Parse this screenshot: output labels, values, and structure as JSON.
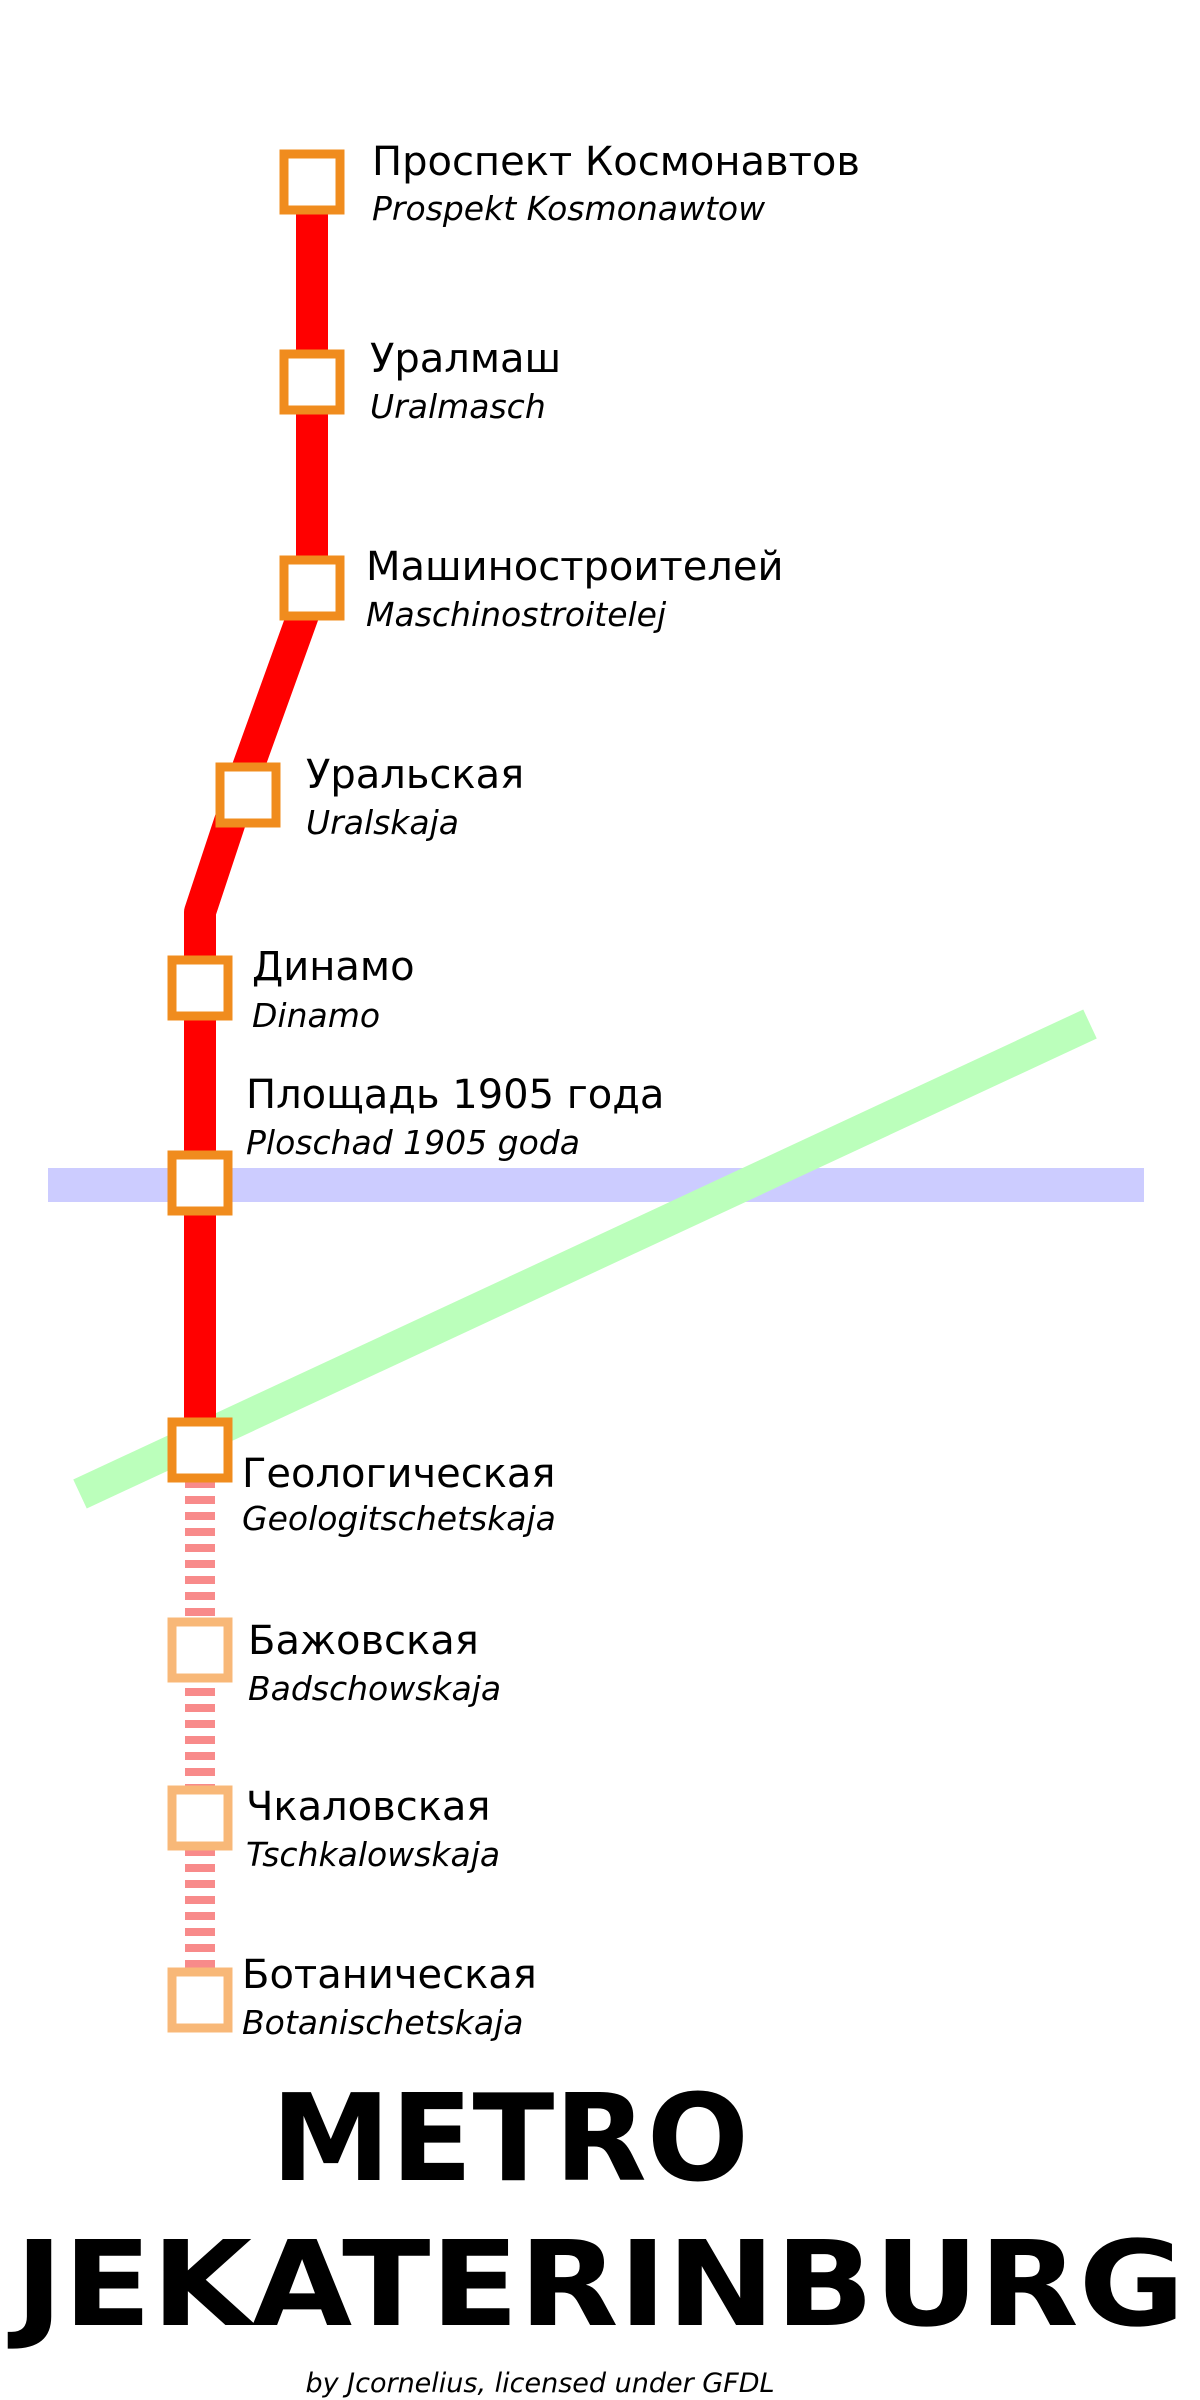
{
  "colors": {
    "line_open": "#ff0000",
    "line_planned": "#f88a8a",
    "station_open": "#f08c1e",
    "station_planned": "#f8b878",
    "line_blue": "#ccccff",
    "line_green": "#bbffbb"
  },
  "stations": [
    {
      "id": "prospekt-kosmonavtov",
      "ru": "Проспект Космонавтов",
      "lat": "Prospekt Kosmonawtow",
      "planned": false
    },
    {
      "id": "uralmash",
      "ru": "Уралмаш",
      "lat": "Uralmasch",
      "planned": false
    },
    {
      "id": "mashinostroitelei",
      "ru": "Машиностроителей",
      "lat": "Maschinostroitelej",
      "planned": false
    },
    {
      "id": "uralskaja",
      "ru": "Уральская",
      "lat": "Uralskaja",
      "planned": false
    },
    {
      "id": "dinamo",
      "ru": "Динамо",
      "lat": "Dinamo",
      "planned": false
    },
    {
      "id": "ploschad-1905",
      "ru": "Площадь 1905 года",
      "lat": "Ploschad 1905 goda",
      "planned": false
    },
    {
      "id": "geologicheskaja",
      "ru": "Геологическая",
      "lat": "Geologitschetskaja",
      "planned": false
    },
    {
      "id": "bazhovskaja",
      "ru": "Бажовская",
      "lat": "Badschowskaja",
      "planned": true
    },
    {
      "id": "chkalovskaja",
      "ru": "Чкаловская",
      "lat": "Tschkalowskaja",
      "planned": true
    },
    {
      "id": "botanicheskaja",
      "ru": "Ботаническая",
      "lat": "Botanischetskaja",
      "planned": true
    }
  ],
  "title": {
    "line1": "METRO",
    "line2": "JEKATERINBURG"
  },
  "credit": "by Jcornelius, licensed under GFDL"
}
